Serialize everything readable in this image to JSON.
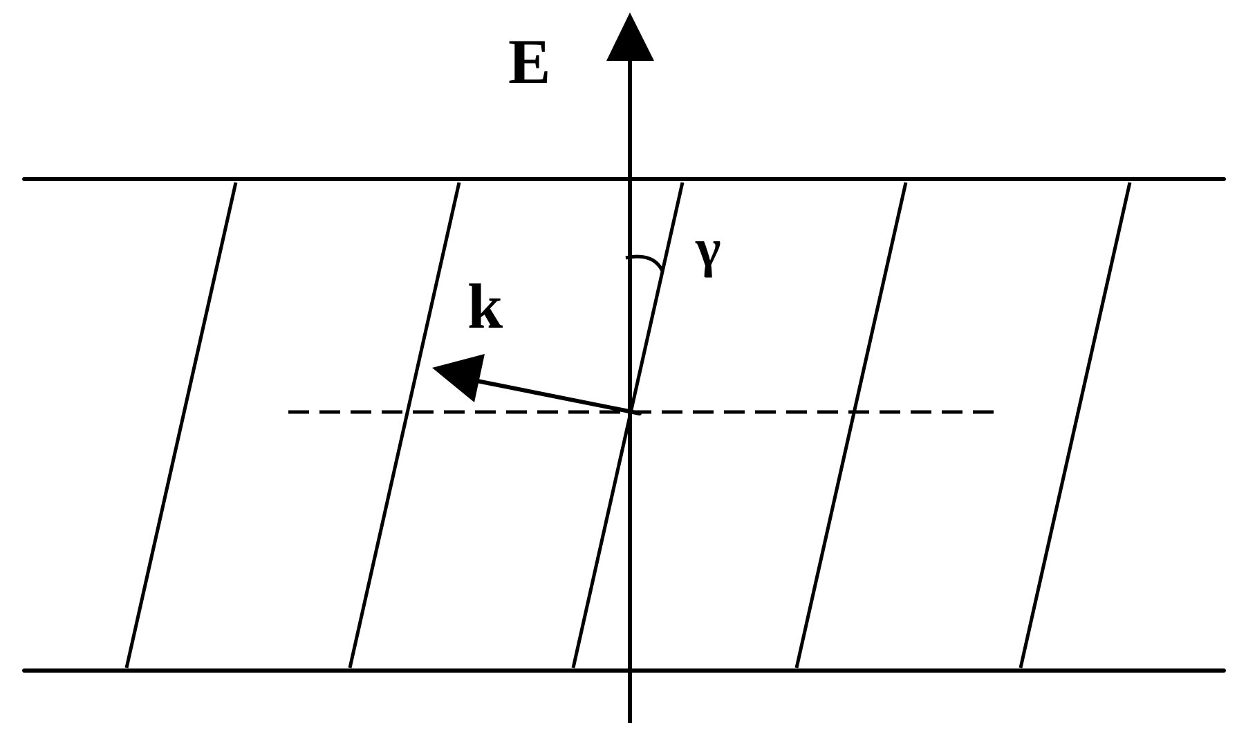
{
  "diagram": {
    "labels": {
      "field": "E",
      "wavevector": "k",
      "angle": "γ"
    },
    "colors": {
      "ink": "#000000",
      "background": "#ffffff"
    }
  }
}
